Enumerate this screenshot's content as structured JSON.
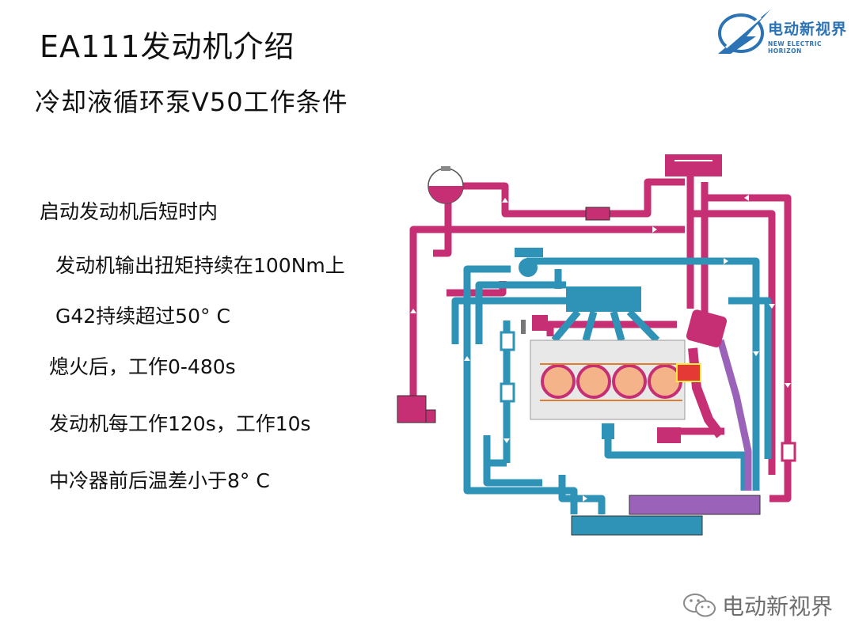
{
  "header": {
    "title": "EA111发动机介绍",
    "subtitle": "冷却液循环泵V50工作条件"
  },
  "logo": {
    "name_cn": "电动新视界",
    "name_en": "NEW ELECTRIC HORIZON",
    "color": "#2b73b5"
  },
  "conditions": [
    "启动发动机后短时内",
    "发动机输出扭矩持续在100Nm上",
    "G42持续超过50° C",
    "熄火后，工作0-480s",
    "发动机每工作120s，工作10s",
    "中冷器前后温差小于8° C"
  ],
  "watermark": {
    "text": "电动新视界",
    "icon": "wechat-icon"
  },
  "diagram_colors": {
    "hot": "#c62f73",
    "cold": "#2f93b8",
    "purple": "#9a62b8",
    "block": "#e8e8e8"
  }
}
